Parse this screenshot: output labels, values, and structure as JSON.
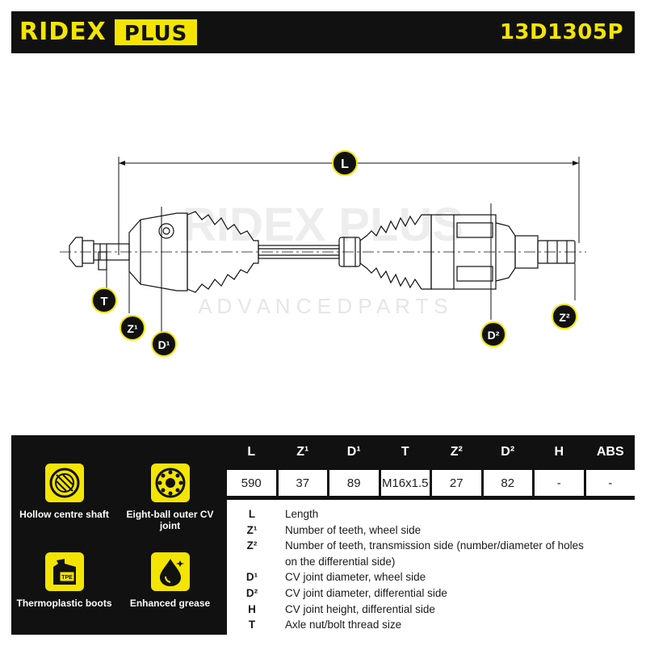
{
  "header": {
    "brand": "RIDEX",
    "brand_suffix": "PLUS",
    "part_number": "13D1305P",
    "brand_color": "#f3e500"
  },
  "drawing": {
    "watermark_logo": "RIDEX PLUS",
    "watermark_tagline": "A D V A N C E D   P A R T S",
    "callouts": {
      "L": "L",
      "T": "T",
      "Z1": "Z¹",
      "D1": "D¹",
      "D2": "D²",
      "Z2": "Z²"
    }
  },
  "features": [
    {
      "icon": "hollow-shaft-icon",
      "label": "Hollow centre shaft"
    },
    {
      "icon": "eight-ball-joint-icon",
      "label": "Eight-ball outer CV joint"
    },
    {
      "icon": "tpe-boot-icon",
      "label": "Thermoplastic boots",
      "badge": "TPE"
    },
    {
      "icon": "grease-drop-icon",
      "label": "Enhanced grease"
    }
  ],
  "specs": {
    "headers": [
      "L",
      "Z¹",
      "D¹",
      "T",
      "Z²",
      "D²",
      "H",
      "ABS"
    ],
    "values": [
      "590",
      "37",
      "89",
      "M16x1.5",
      "27",
      "82",
      "-",
      "-"
    ]
  },
  "legend": [
    {
      "symbol": "L",
      "text": "Length"
    },
    {
      "symbol": "Z¹",
      "text": "Number of teeth, wheel side"
    },
    {
      "symbol": "Z²",
      "text": "Number of teeth, transmission side (number/diameter of holes on the differential side)"
    },
    {
      "symbol": "D¹",
      "text": "CV joint diameter, wheel side"
    },
    {
      "symbol": "D²",
      "text": "CV joint diameter, differential side"
    },
    {
      "symbol": "H",
      "text": "CV joint height, differential side"
    },
    {
      "symbol": "T",
      "text": "Axle nut/bolt thread size"
    }
  ]
}
